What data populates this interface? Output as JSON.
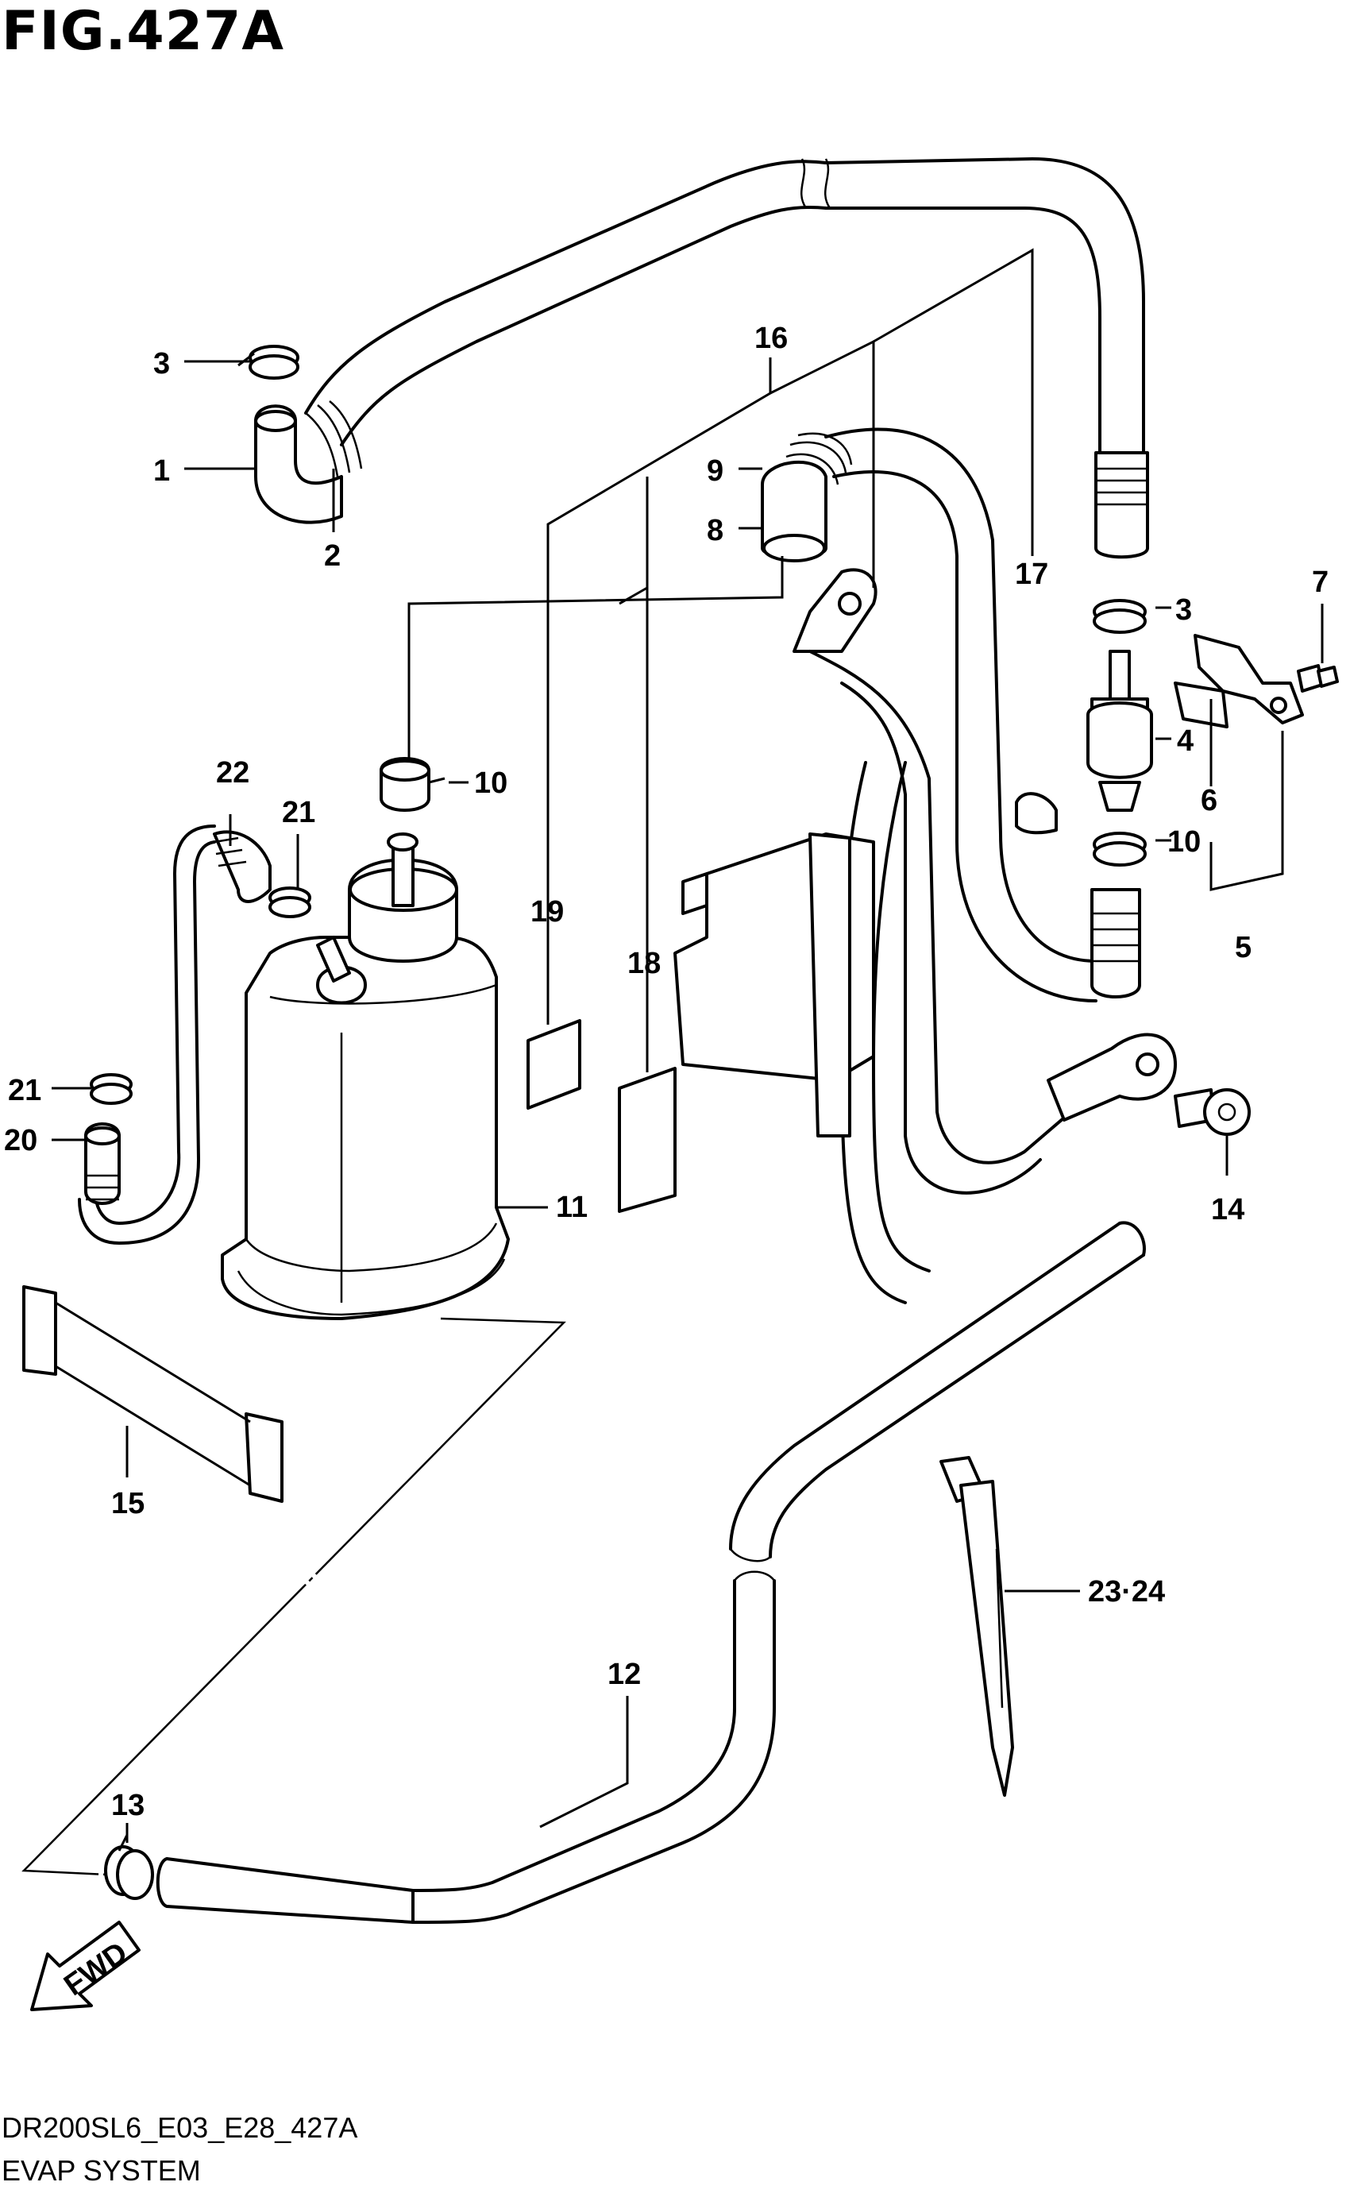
{
  "figure": {
    "title": "FIG.427A",
    "code": "DR200SL6_E03_E28_427A",
    "name": "EVAP SYSTEM",
    "fwd_label": "FWD"
  },
  "callouts": [
    {
      "id": "1",
      "text": "1"
    },
    {
      "id": "2",
      "text": "2"
    },
    {
      "id": "3a",
      "text": "3"
    },
    {
      "id": "3b",
      "text": "3"
    },
    {
      "id": "4",
      "text": "4"
    },
    {
      "id": "5",
      "text": "5"
    },
    {
      "id": "6",
      "text": "6"
    },
    {
      "id": "7",
      "text": "7"
    },
    {
      "id": "8",
      "text": "8"
    },
    {
      "id": "9",
      "text": "9"
    },
    {
      "id": "10a",
      "text": "10"
    },
    {
      "id": "10b",
      "text": "10"
    },
    {
      "id": "11",
      "text": "11"
    },
    {
      "id": "12",
      "text": "12"
    },
    {
      "id": "13",
      "text": "13"
    },
    {
      "id": "14",
      "text": "14"
    },
    {
      "id": "15",
      "text": "15"
    },
    {
      "id": "16",
      "text": "16"
    },
    {
      "id": "17",
      "text": "17"
    },
    {
      "id": "18",
      "text": "18"
    },
    {
      "id": "19",
      "text": "19"
    },
    {
      "id": "20",
      "text": "20"
    },
    {
      "id": "21a",
      "text": "21"
    },
    {
      "id": "21b",
      "text": "21"
    },
    {
      "id": "22",
      "text": "22"
    },
    {
      "id": "23",
      "text": "23·24"
    }
  ]
}
